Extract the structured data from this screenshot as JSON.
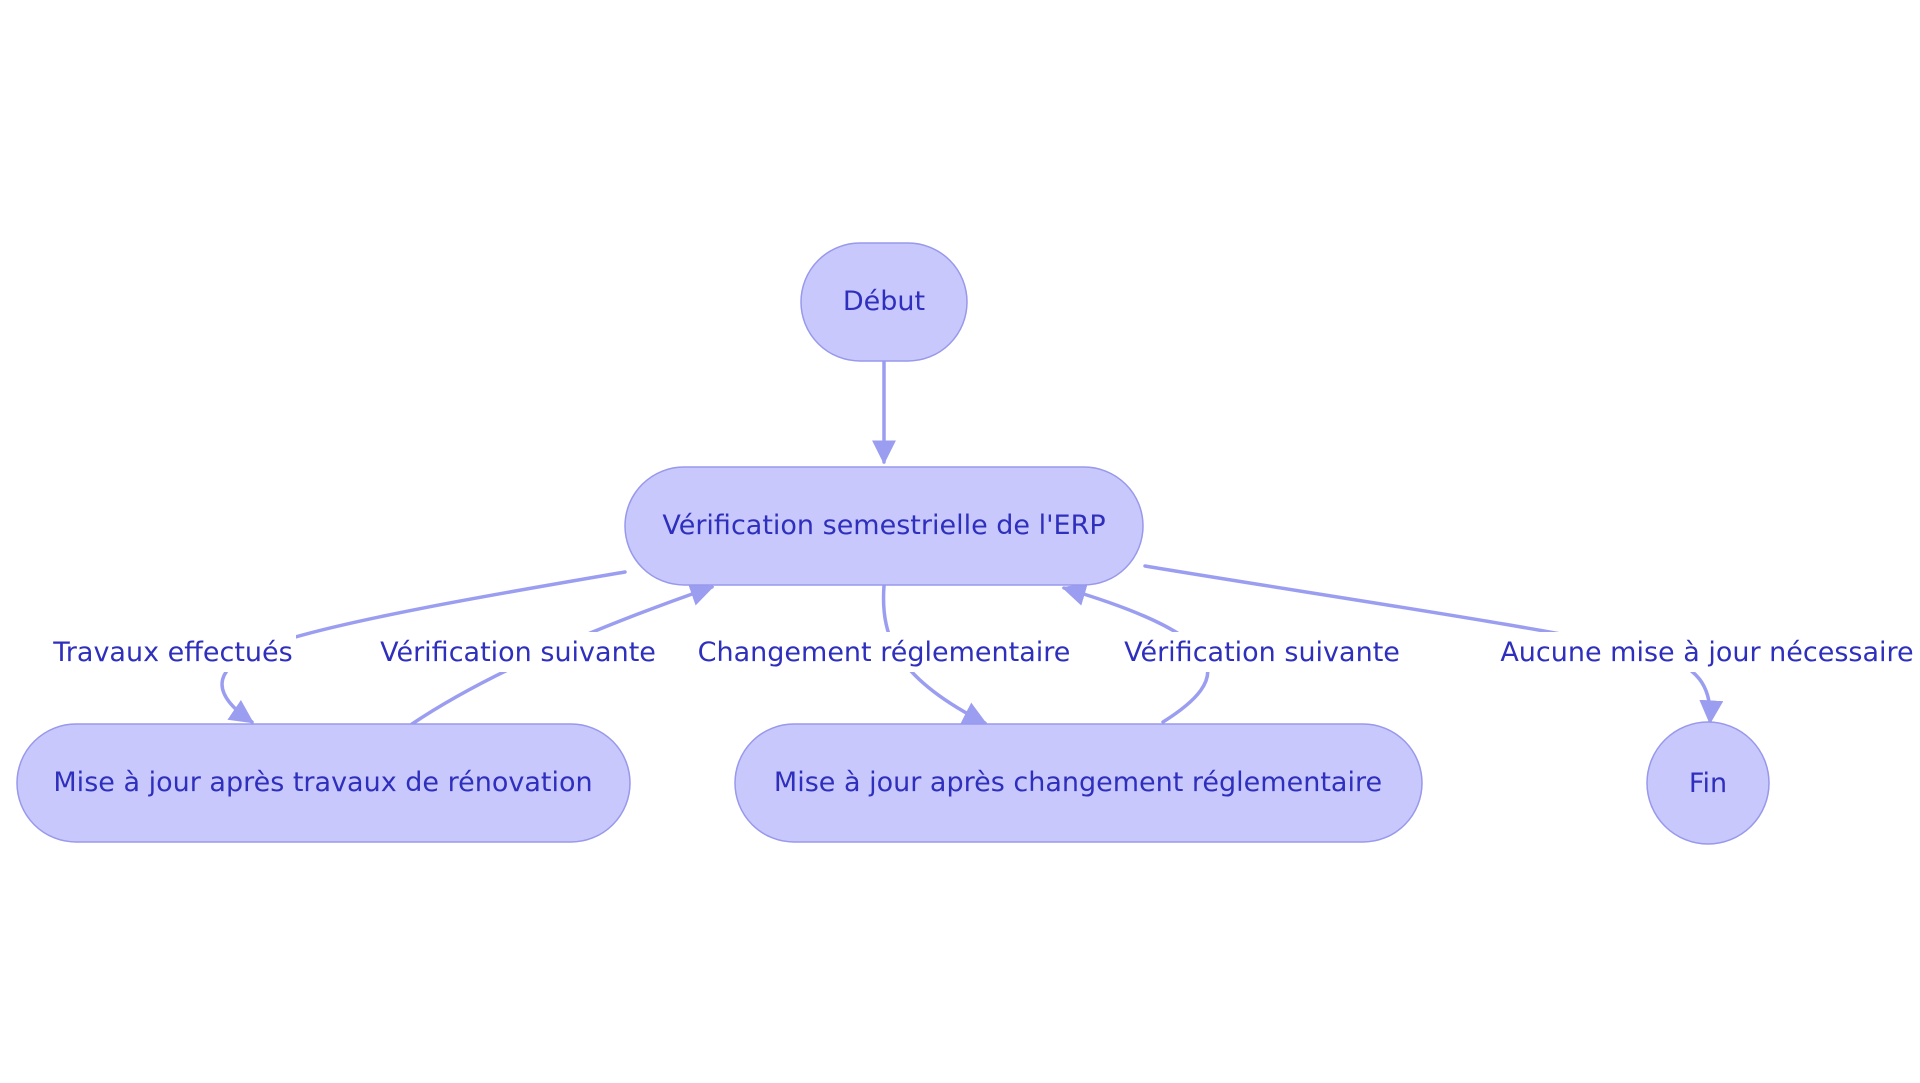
{
  "colors": {
    "node_fill": "#c8c8fc",
    "node_stroke": "#9898ec",
    "edge": "#9b9ef0",
    "text": "#2f2fbd",
    "background": "#ffffff"
  },
  "nodes": {
    "debut": "Début",
    "verification": "Vérification semestrielle de l'ERP",
    "travaux": "Mise à jour après travaux de rénovation",
    "reglementaire": "Mise à jour après changement réglementaire",
    "fin": "Fin"
  },
  "edges": {
    "debut_to_verification": "",
    "travaux_effectues": "Travaux effectués",
    "verification_suivante_1": "Vérification suivante",
    "changement_reglementaire": "Changement réglementaire",
    "verification_suivante_2": "Vérification suivante",
    "aucune_mise_a_jour": "Aucune mise à jour nécessaire"
  }
}
